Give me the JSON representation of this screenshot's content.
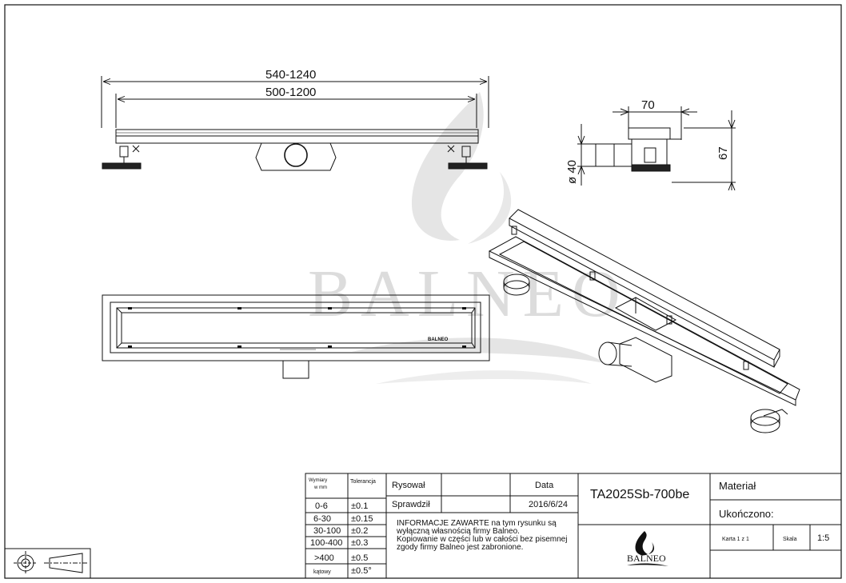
{
  "dimensions": {
    "overall_length": "540-1240",
    "inner_length": "500-1200",
    "side_width": "70",
    "side_height": "67",
    "outlet_diameter": "ø 40"
  },
  "logo": {
    "watermark_text": "BALNEO",
    "grate_label": "BALNEO"
  },
  "tolerance_table": {
    "header_dims": "Wymiary w mm",
    "header_tolerance": "Tolerancja",
    "rows": [
      {
        "range": "0-6",
        "tol": "±0.1"
      },
      {
        "range": "6-30",
        "tol": "±0.15"
      },
      {
        "range": "30-100",
        "tol": "±0.2"
      },
      {
        "range": "100-400",
        "tol": "±0.3"
      },
      {
        "range": ">400",
        "tol": "±0.5"
      },
      {
        "range": "kątowy",
        "tol": "±0.5°"
      }
    ]
  },
  "title_block": {
    "drawn_label": "Rysował",
    "checked_label": "Sprawdził",
    "date_label": "Data",
    "date_value": "2016/6/24",
    "info_lines": [
      "INFORMACJE ZAWARTE na tym rysunku są",
      "wyłączną własnością firmy Balneo.",
      "Kopiowanie w części lub w całości bez pisemnej",
      "zgody firmy Balneo jest zabronione."
    ],
    "part_number": "TA2025Sb-700be",
    "material_label": "Materiał",
    "finished_label": "Ukończono:",
    "sheet_label": "Karta 1 z 1",
    "scale_label": "Skala",
    "scale_value": "1:5",
    "brand": "BALNEO"
  }
}
